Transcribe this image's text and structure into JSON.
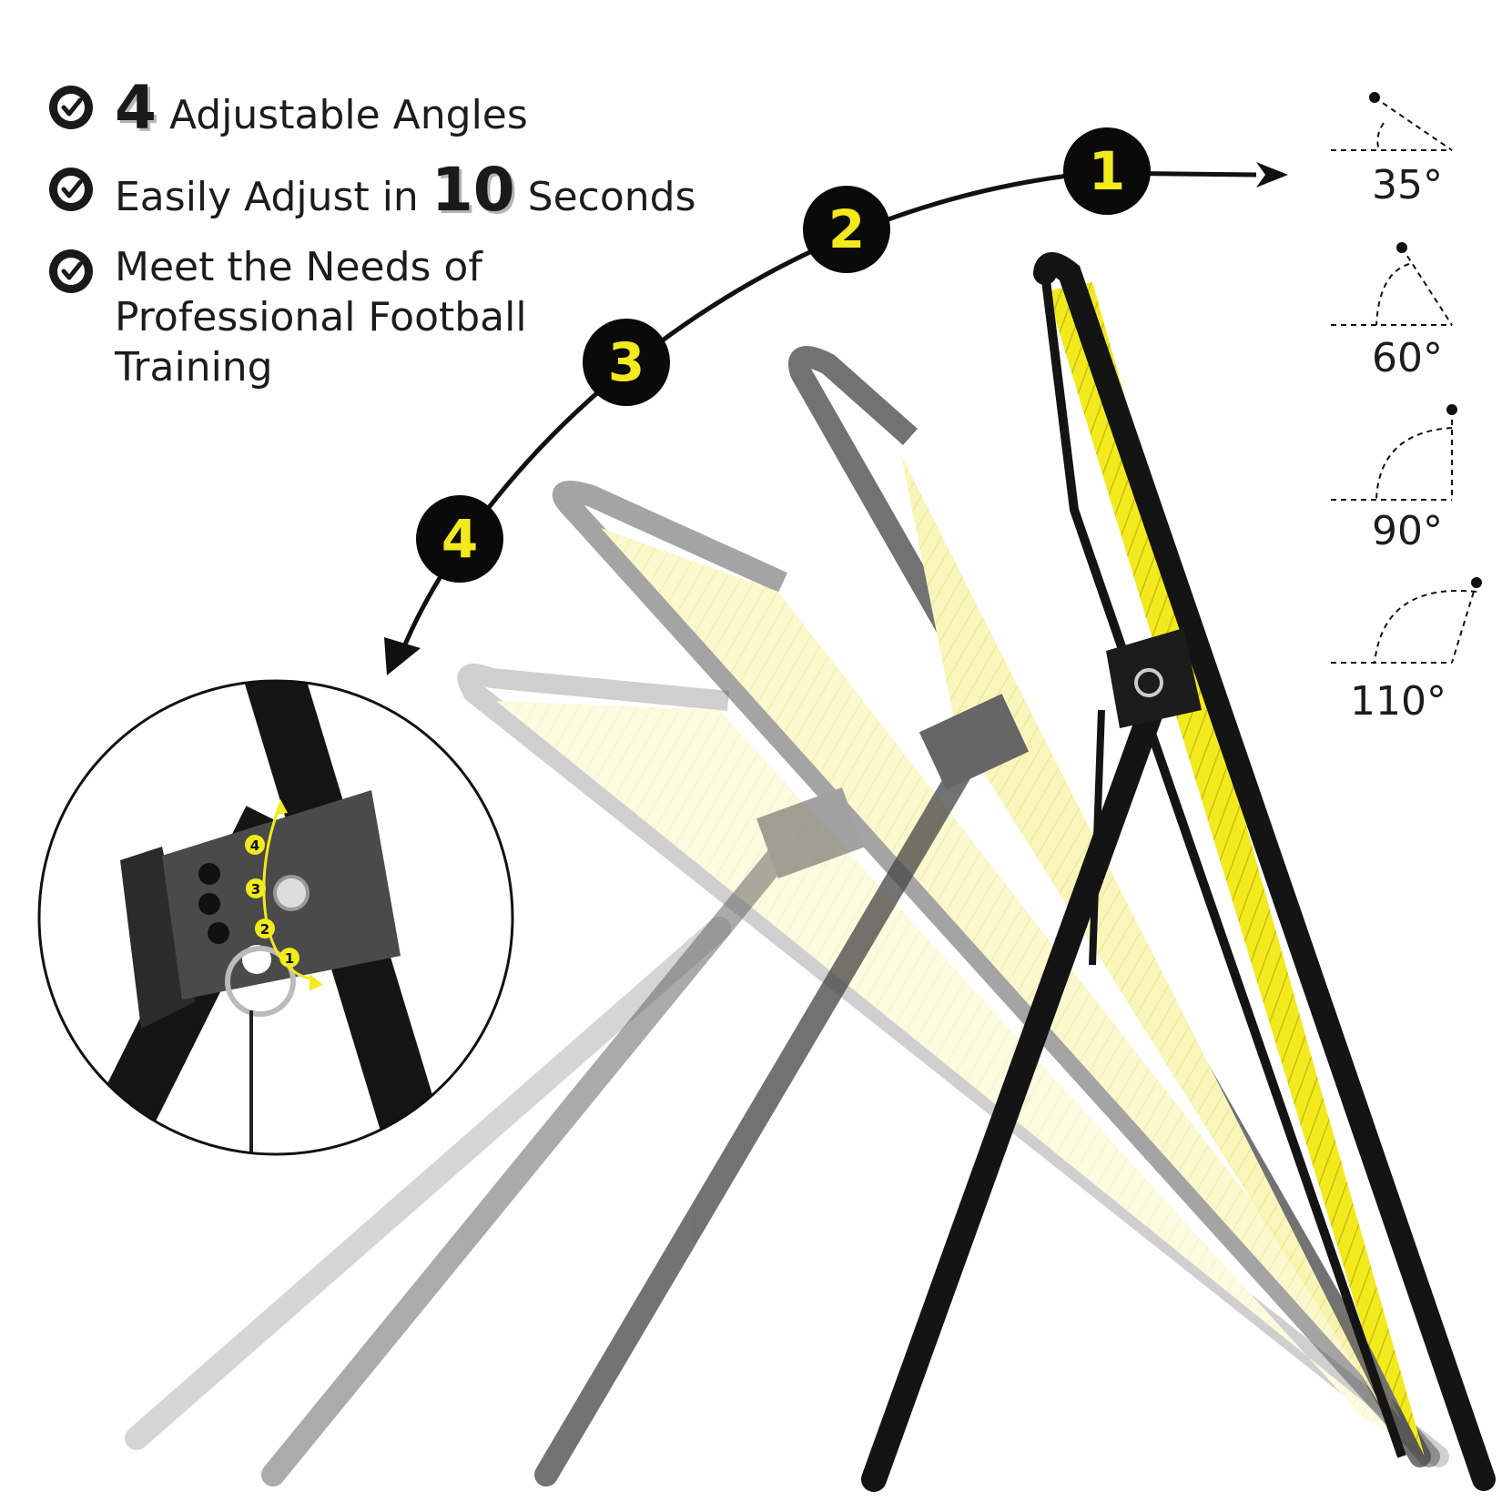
{
  "features": [
    {
      "icon": "check-circle-icon",
      "number": "4",
      "text_after": "Adjustable Angles"
    },
    {
      "icon": "check-circle-icon",
      "text_before": "Easily Adjust in",
      "number": "10",
      "text_after": "Seconds"
    },
    {
      "icon": "check-circle-icon",
      "text": "Meet the Needs of Professional Football Training"
    }
  ],
  "steps": [
    "1",
    "2",
    "3",
    "4"
  ],
  "angles": [
    "35°",
    "60°",
    "90°",
    "110°"
  ],
  "detail_steps": [
    "1",
    "2",
    "3",
    "4"
  ],
  "colors": {
    "accent_yellow": "#f2ea1d",
    "frame_black": "#141414",
    "badge_black": "#0a0a0a",
    "ghost_gray": "#9a9a9a"
  }
}
